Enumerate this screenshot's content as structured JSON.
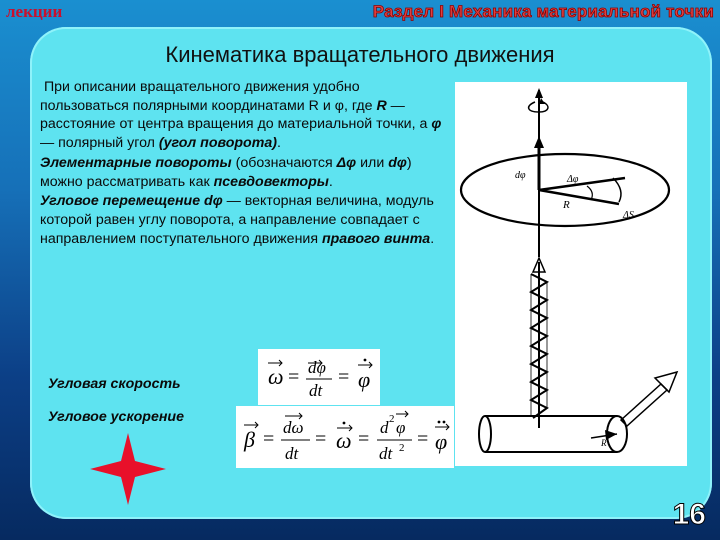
{
  "header": {
    "section_tag": "лекции",
    "section_title": "Раздел I Механика материальной точки"
  },
  "slide": {
    "title": "Кинематика вращательного движения",
    "para1_a": "При описании вращательного движения удобно пользоваться полярными координатами R и ",
    "para1_phi": "φ",
    "para1_b": ", где ",
    "para1_R": "R",
    "para1_c": " —расстояние от центра вращения до материальной точки, а ",
    "para1_phi2": "φ",
    "para1_d": " — полярный угол ",
    "para1_em": "(угол поворота)",
    "para1_e": ".",
    "para2_em": "Элементарные повороты",
    "para2_a": " (обозначаются ",
    "para2_dphi": "Δφ",
    "para2_b": " или ",
    "para2_dphi2": "dφ",
    "para2_c": ") можно рассматривать как ",
    "para2_em2": "псевдовекторы",
    "para2_d": ".",
    "para3_em": "Угловое перемещение dφ",
    "para3_a": " — векторная величина, модуль которой равен углу поворота, а направление совпадает с направлением поступательного движения ",
    "para3_em2": "правого винта",
    "para3_b": ".",
    "angular_velocity_label": "Угловая скорость",
    "angular_accel_label": "Угловое ускорение"
  },
  "formulas": {
    "omega_lhs": "ω",
    "omega_num": "dφ",
    "omega_den": "dt",
    "omega_rhs": "φ",
    "beta_lhs": "β",
    "beta_num1": "dω",
    "beta_den1": "dt",
    "beta_mid1": "ω",
    "beta_num2": "d",
    "beta_num2_exp": "2",
    "beta_num2_var": "φ",
    "beta_den2": "dt",
    "beta_den2_exp": "2",
    "beta_rhs": "φ",
    "eq": "="
  },
  "figure": {
    "label_dphi": "dφ",
    "label_Dphi": "Δφ",
    "label_R": "R",
    "label_dS": "ΔS",
    "label_R2": "R"
  },
  "page_number": "16",
  "colors": {
    "accent_red": "#cc0000",
    "panel": "#5ee3f0",
    "star": "#e8102a"
  }
}
